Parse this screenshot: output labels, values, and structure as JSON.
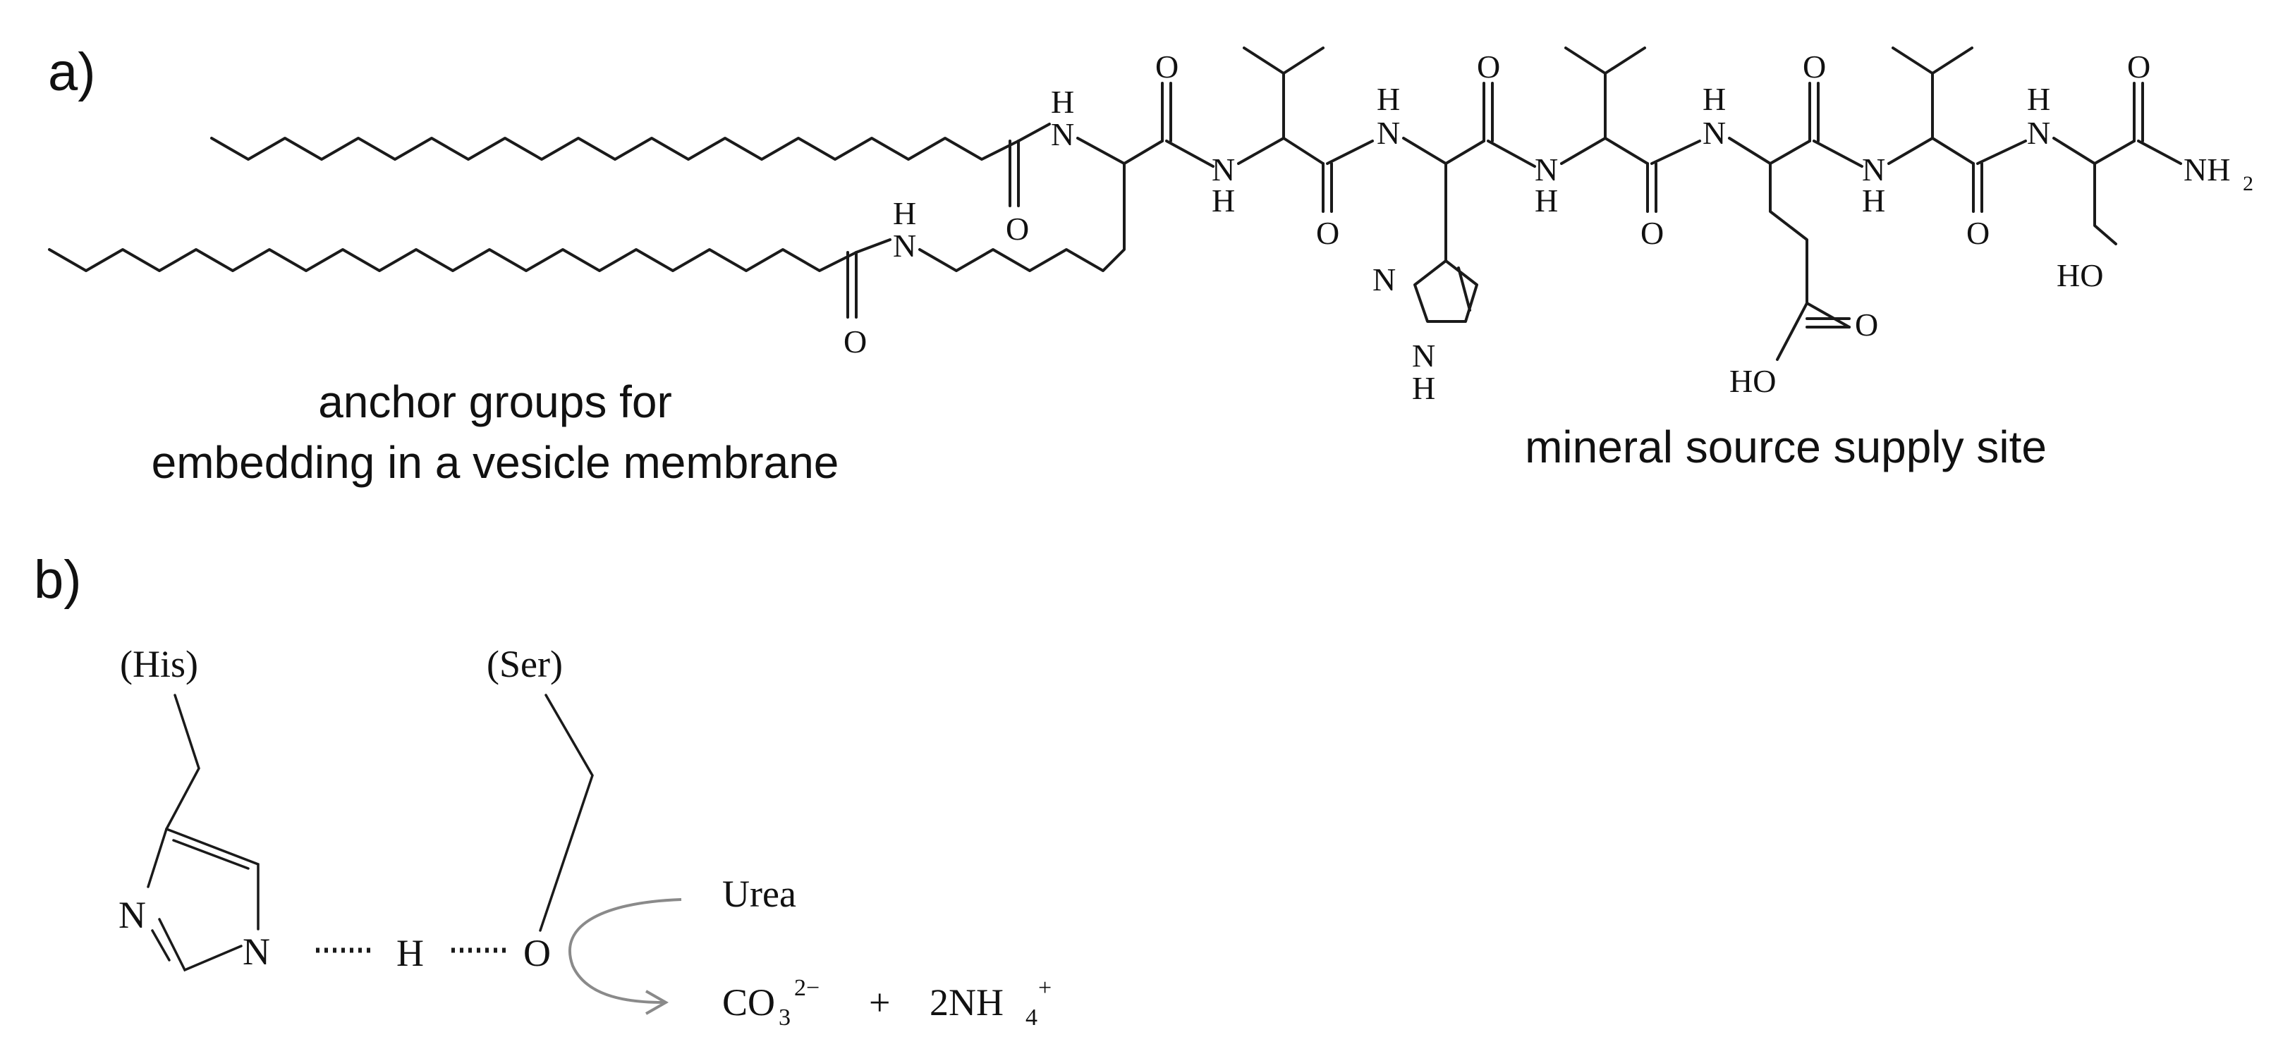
{
  "panels": {
    "a": {
      "label": "a)",
      "anchor_caption": [
        "anchor groups for",
        "embedding in a vesicle membrane"
      ],
      "site_caption": "mineral source supply site",
      "atoms": {
        "O": "O",
        "N": "N",
        "H": "H",
        "HO": "HO",
        "NH": "NH",
        "NH2_sub": "2"
      }
    },
    "b": {
      "label": "b)",
      "his": "(His)",
      "ser": "(Ser)",
      "n": "N",
      "h": "H",
      "o": "O",
      "urea": "Urea",
      "product_co": "CO",
      "product_co_sub": "3",
      "product_co_sup": "2−",
      "plus": "+",
      "product_nh": "2NH",
      "product_nh_sub": "4",
      "product_nh_sup": "+"
    }
  }
}
